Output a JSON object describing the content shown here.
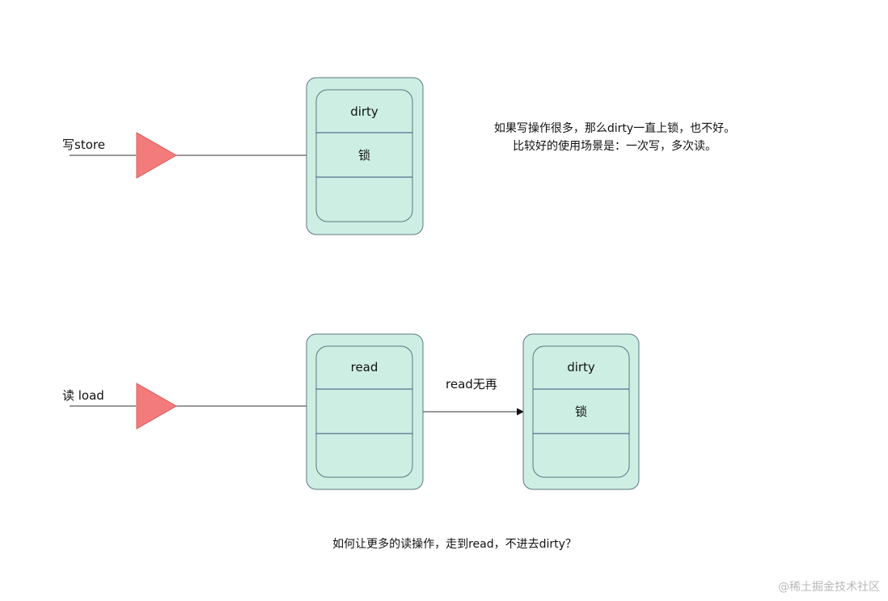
{
  "labels": {
    "write_store": "写store",
    "read_load": "读 load",
    "arrow_label": "read无再"
  },
  "top_box": {
    "row1": "dirty",
    "row2": "锁",
    "row3": ""
  },
  "read_box": {
    "row1": "read",
    "row2": "",
    "row3": ""
  },
  "dirty_box": {
    "row1": "dirty",
    "row2": "锁",
    "row3": ""
  },
  "notes": {
    "top_line1": "如果写操作很多，那么dirty一直上锁，也不好。",
    "top_line2": "比较好的使用场景是：一次写，多次读。",
    "bottom": "如何让更多的读操作，走到read，不进去dirty？"
  },
  "watermark": "@稀土掘金技术社区",
  "colors": {
    "box_fill": "#cdeee3",
    "box_stroke": "#5e7780",
    "row_divider": "#3a4f7a",
    "triangle_fill": "#f47b7b",
    "triangle_stroke": "#d45b5b",
    "line": "#333333"
  }
}
